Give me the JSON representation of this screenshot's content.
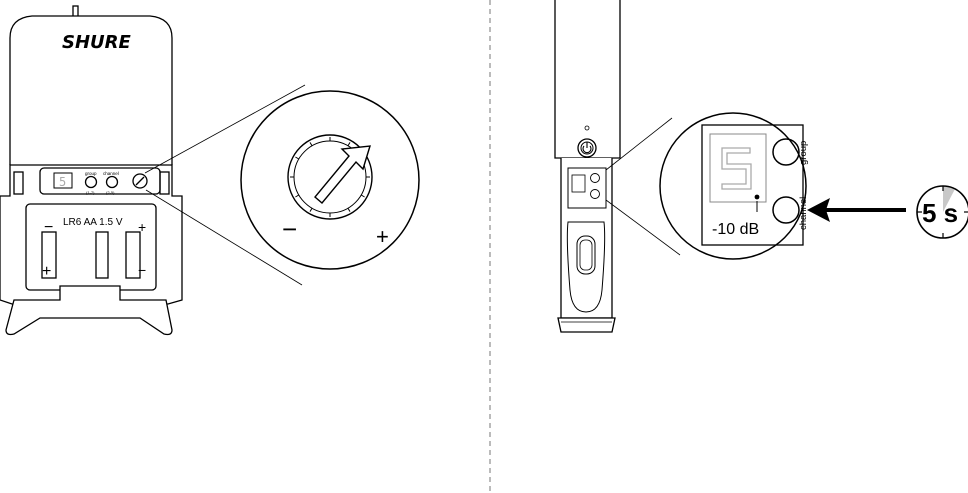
{
  "left_panel": {
    "brand": "SHURE",
    "display_digit": "5",
    "group_label": "group",
    "group_range": "(1-7)",
    "channel_label": "channel",
    "channel_range": "(2-5)",
    "battery_label": "LR6 AA 1.5 V",
    "battery_minus": "−",
    "battery_plus": "+",
    "zoom_minus": "−",
    "zoom_plus": "+"
  },
  "right_panel": {
    "display_digit": "5",
    "attenuation": "-10 dB",
    "group_label": "group",
    "channel_label": "channel",
    "timer_label": "5 s"
  },
  "colors": {
    "line": "#000000",
    "divider": "#bbbbbb",
    "display_grey": "#aaaaaa",
    "timer_wedge": "#c8c8c8"
  }
}
